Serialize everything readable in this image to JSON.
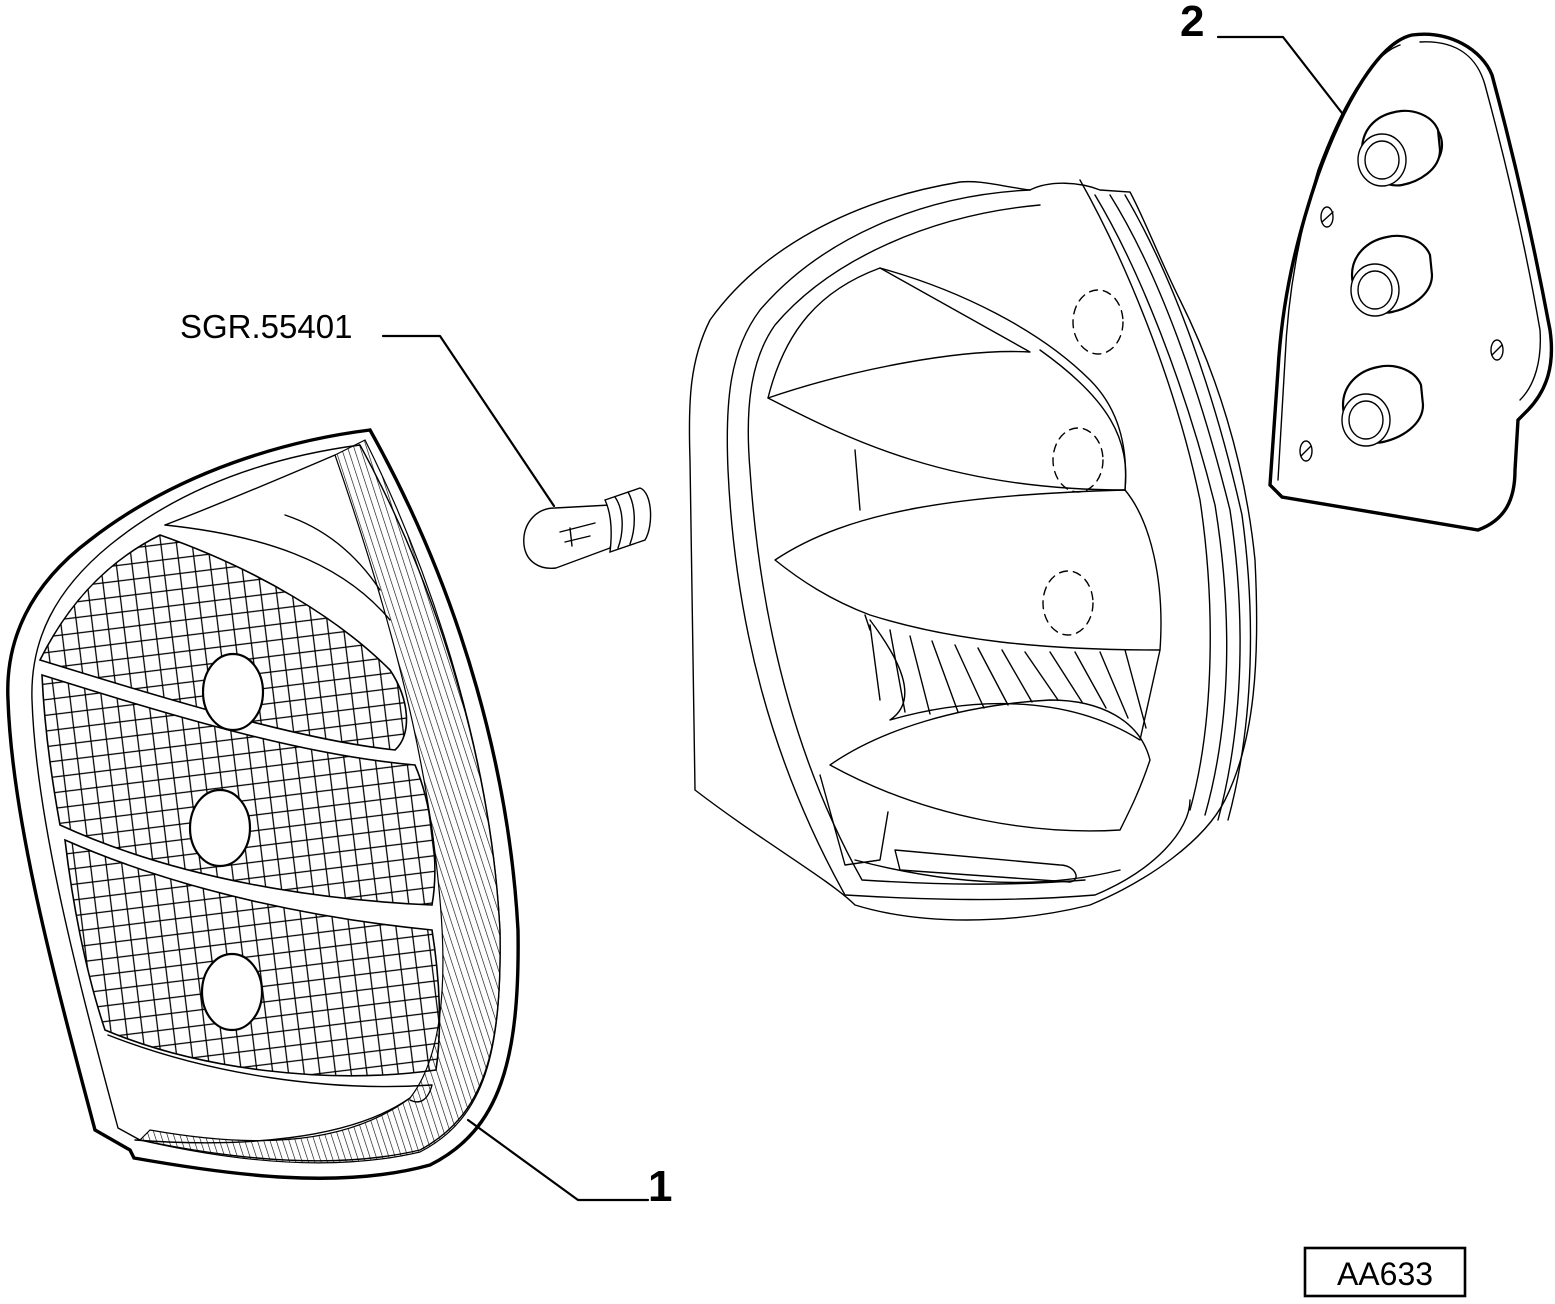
{
  "diagram": {
    "labels": {
      "part1": "1",
      "part2": "2",
      "bulb_code": "SGR.55401",
      "reference": "AA633"
    },
    "colors": {
      "ink": "#000000",
      "paper": "#ffffff"
    }
  }
}
